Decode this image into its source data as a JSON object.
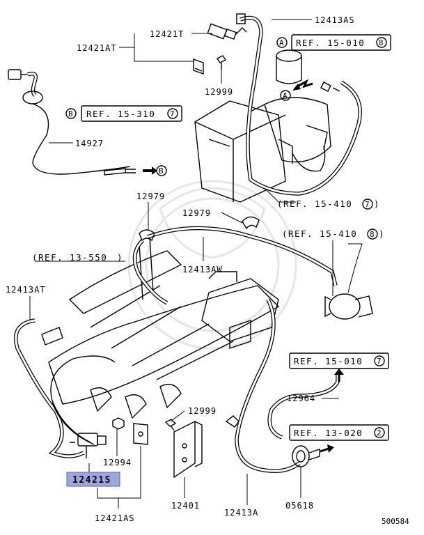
{
  "diagram_id": "500584",
  "highlighted_part": "12421S",
  "parts": {
    "p12413AS_top": "12413AS",
    "p12421T": "12421T",
    "p12421AT": "12421AT",
    "p12999_top": "12999",
    "p14927": "14927",
    "p12979_left": "12979",
    "p12979_mid": "12979",
    "p12413AW": "12413AW",
    "p12413AT": "12413AT",
    "p12999_low": "12999",
    "p12964": "12964",
    "p12994": "12994",
    "p12421S": "12421S",
    "p12421AS": "12421AS",
    "p12401": "12401",
    "p12413A": "12413A",
    "p05618": "05618"
  },
  "refs": {
    "r1": {
      "marker": "A",
      "text": "REF. 15-010",
      "num": "8"
    },
    "r2": {
      "marker": "B",
      "text": "REF. 15-310",
      "num": "7"
    },
    "r3": {
      "text": "(REF. 15-410",
      "num": "7",
      "close": ")"
    },
    "r4": {
      "text": "(REF. 15-410",
      "num": "8",
      "close": ")"
    },
    "r5": {
      "text": "(REF. 13-550",
      "close": ")"
    },
    "r6": {
      "text": "REF. 15-010",
      "num": "7"
    },
    "r7": {
      "text": "REF. 13-020",
      "num": "2"
    }
  },
  "markers": {
    "a_inline": "A",
    "b_arrow": "B"
  }
}
